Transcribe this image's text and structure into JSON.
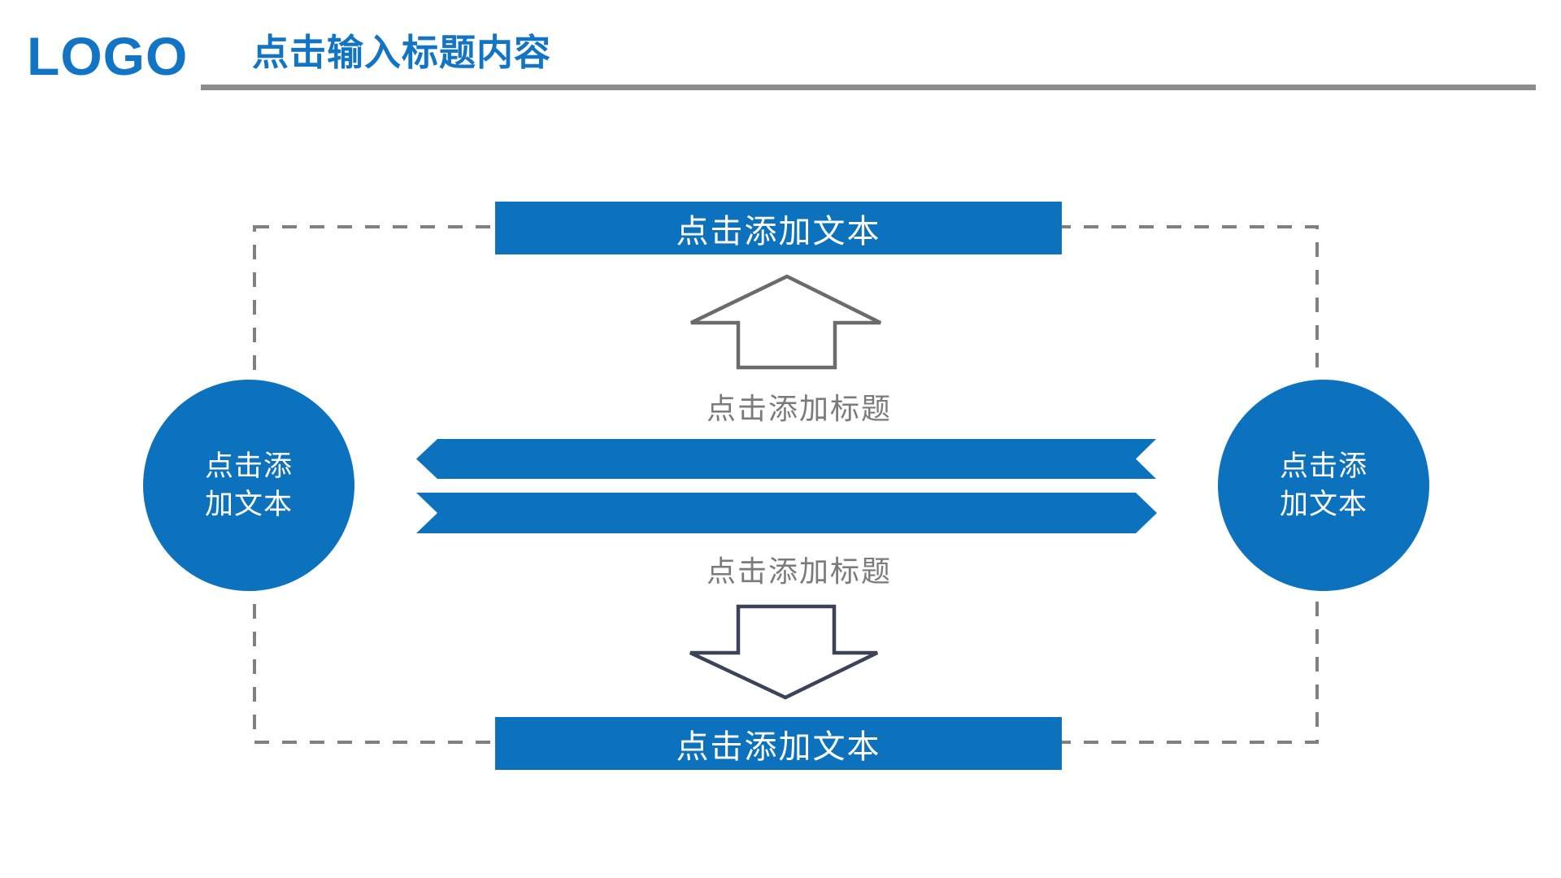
{
  "header": {
    "logo": "LOGO",
    "title": "点击输入标题内容"
  },
  "diagram": {
    "top_bar": {
      "label": "点击添加文本"
    },
    "bottom_bar": {
      "label": "点击添加文本"
    },
    "upper_caption": "点击添加标题",
    "lower_caption": "点击添加标题",
    "left_circle": {
      "lines": [
        "点击添",
        "加文本"
      ]
    },
    "right_circle": {
      "lines": [
        "点击添",
        "加文本"
      ]
    }
  },
  "colors": {
    "accent_blue": "#0D72BE",
    "logo_blue": "#1274C5",
    "underline_gray": "#8C8C8C",
    "dash_gray": "#808080",
    "caption_gray": "#7B7B7B",
    "up_arrow_gray": "#6B6B6B",
    "down_arrow_navy": "#3C4257",
    "text_white": "#FFFFFF",
    "background": "#FFFFFF"
  }
}
